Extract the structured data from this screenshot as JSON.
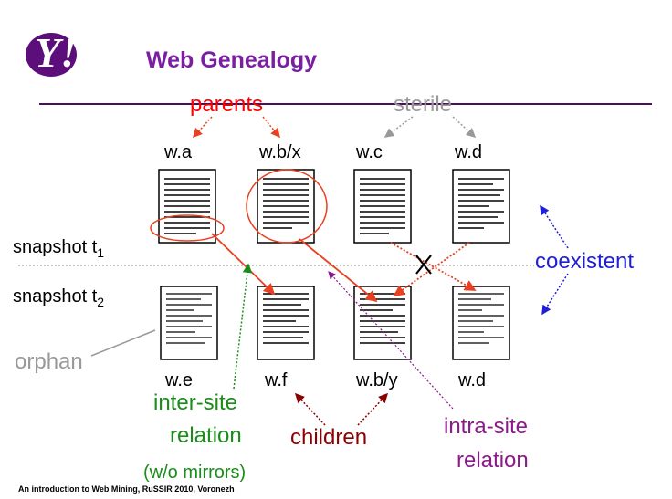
{
  "header": {
    "logo_text": "Y!",
    "title": "Web Genealogy",
    "title_color": "#7B1FA2",
    "rule_color": "#4A0E5C"
  },
  "labels": {
    "parents": "parents",
    "sterile": "sterile",
    "coexistent": "coexistent",
    "orphan": "orphan",
    "children": "children",
    "inter_site": {
      "line1": "inter-site",
      "line2": "relation",
      "line3": "(w/o mirrors)"
    },
    "intra_site": {
      "line1": "intra-site",
      "line2": "relation"
    }
  },
  "snapshots": {
    "t1": {
      "prefix": "snapshot t",
      "sub": "1"
    },
    "t2": {
      "prefix": "snapshot t",
      "sub": "2"
    }
  },
  "pages_t1": [
    "w.a",
    "w.b/x",
    "w.c",
    "w.d"
  ],
  "pages_t2": [
    "w.e",
    "w.f",
    "w.b/y",
    "w.d"
  ],
  "footer": "An introduction to Web Mining, RuSSIR 2010, Voronezh",
  "colors": {
    "parents": "#FF0000",
    "sterile": "#999999",
    "coexistent": "#1F1FD6",
    "orphan": "#999999",
    "children": "#8B0000",
    "inter_site": "#1A8C1A",
    "intra_site": "#8B1A8B",
    "arrow_red": "#E84020"
  }
}
